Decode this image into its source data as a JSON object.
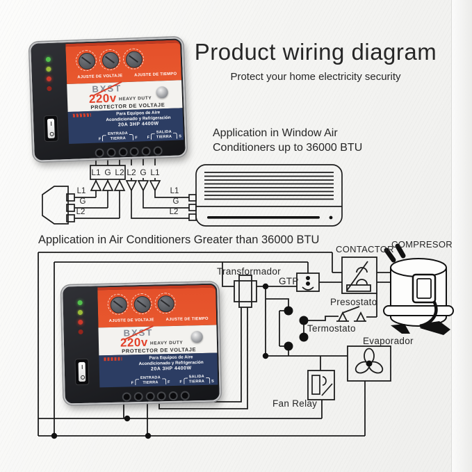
{
  "header": {
    "title": "Product wiring diagram",
    "subtitle": "Protect your home electricity security"
  },
  "sections": {
    "window_ac_line1": "Application in Window Air",
    "window_ac_line2": "Conditioners up to 36000 BTU",
    "large_ac": "Application in Air Conditioners Greater than 36000 BTU"
  },
  "device": {
    "brand": "BXST",
    "voltage": "220v",
    "heavy_duty": "HEAVY DUTY",
    "protector": "PROTECTOR DE VOLTAJE",
    "ajuste_voltaje": "AJUSTE DE VOLTAJE",
    "ajuste_tiempo": "AJUSTE DE TIEMPO",
    "desc_line1": "Para Equipos de Aire",
    "desc_line2": "Acondicionado y Refrigeración",
    "spec": "20A 3HP 4400W",
    "entrada_line1": "ENTRADA",
    "entrada_line2": "TIERRA",
    "salida_line1": "SALIDA",
    "salida_line2": "TIERRA",
    "f_label": "F",
    "s_label": "S"
  },
  "top_diagram": {
    "in_labels": [
      "L1",
      "G",
      "L2"
    ],
    "out_labels": [
      "L2",
      "G",
      "L1"
    ],
    "supply_labels": [
      "L1",
      "G",
      "L2"
    ],
    "ac_labels": [
      "L1",
      "G",
      "L2"
    ]
  },
  "bottom_diagram": {
    "transformador": "Transformador",
    "gtp": "GTP",
    "contactor": "CONTACTOR",
    "compresor": "COMPRESOR",
    "presostato": "Presostato",
    "termostato": "Termostato",
    "evaporador": "Evaporador",
    "fan_relay": "Fan Relay"
  },
  "colors": {
    "orange": "#e4502a",
    "navy": "#2c3d63",
    "accent_red": "#e2412a",
    "wire": "#1c1c1c"
  }
}
